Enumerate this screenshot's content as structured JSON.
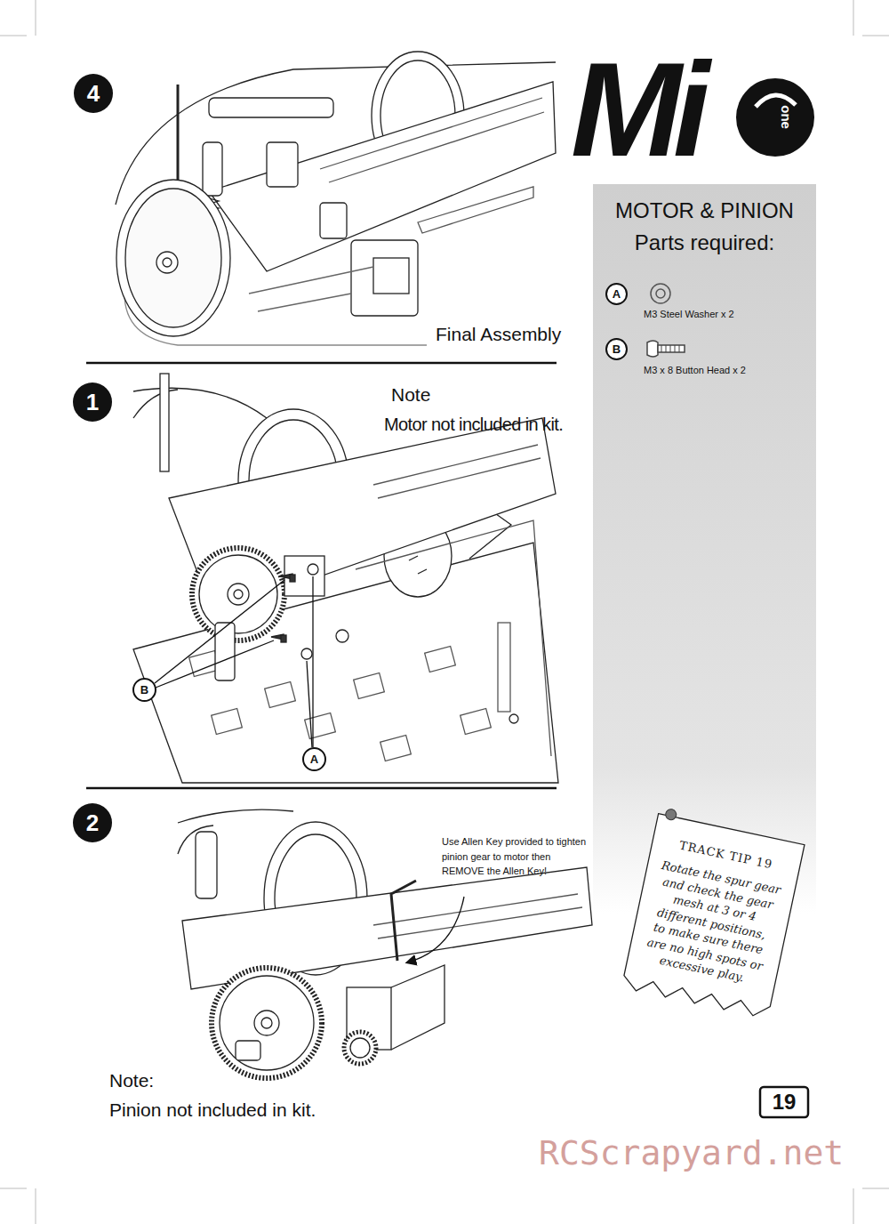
{
  "diagram": {
    "nodes": [
      {
        "text": [
          "4"
        ]
      },
      {
        "text": [
          "1"
        ]
      },
      {
        "text": [
          "2"
        ]
      },
      {
        "text": [
          "MOTOR & PINION",
          "Parts required:"
        ]
      },
      {
        "text": [
          "A"
        ],
        "in": 3
      },
      {
        "text": [
          "B"
        ],
        "in": 3
      },
      {
        "text": [
          "B"
        ]
      },
      {
        "text": [
          "A"
        ]
      },
      {
        "text": [
          "TRACK TIP 19",
          "Rotate the spur gear and check the gear mesh at 3 or 4 different positions, to make sure there are no high spots or excessive play."
        ]
      },
      {
        "text": [
          "19"
        ]
      }
    ],
    "labels": [
      "Mi",
      "one",
      "Final Assembly",
      "Note",
      "Motor not included in kit.",
      "M3 Steel Washer x 2",
      "M3 x 8 Button Head x 2",
      "Use Allen Key provided to tighten pinion gear to motor then REMOVE the Allen Key!",
      "Note:",
      "Pinion not included in kit.",
      "RCScrapyard.net"
    ]
  }
}
